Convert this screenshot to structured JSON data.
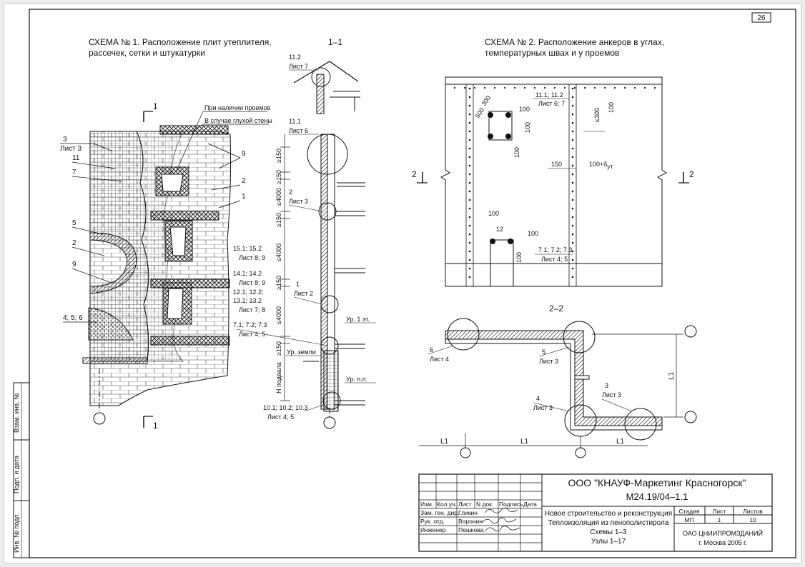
{
  "sheet_number": "26",
  "scheme1": {
    "title_line1": "СХЕМА № 1. Расположение плит утеплителя,",
    "title_line2": "рассечек, сетки и штукатурки",
    "cut_mark": "1",
    "callouts": {
      "when_openings": "При наличии проемов",
      "blank_wall": "В случае глухой стены",
      "c9": "9",
      "c2": "2",
      "c1": "1",
      "c3": "3",
      "c3_sheet": "Лист 3",
      "c11": "11",
      "c7": "7",
      "c5": "5",
      "c2b": "2",
      "c9b": "9",
      "c456": "4; 5; 6"
    }
  },
  "section11": {
    "title": "1–1",
    "n112": "11.2",
    "n112_sheet": "Лист 7",
    "n111": "11.1",
    "n111_sheet": "Лист 6",
    "n2": "2",
    "n2_sheet": "Лист 3",
    "n151": "15.1; 15.2",
    "n151_sheet": "Лист 8; 9",
    "n141": "14.1; 14.2",
    "n141_sheet": "Лист 8; 9",
    "n121": "12.1; 12.2;",
    "n131": "13.1; 13.2",
    "n121_sheet": "Лист 7; 8",
    "n71": "7.1; 7.2; 7.3",
    "n71_sheet": "Лист 4; 5",
    "n1": "1",
    "n1_sheet": "Лист 2",
    "n101": "10.1; 10.2; 10.3",
    "n101_sheet": "Лист 4; 5",
    "lvl_floor1": "Ур. 1 эт.",
    "lvl_ground": "Ур. земли",
    "lvl_pp": "Ур. п.п.",
    "dims": [
      "≥150",
      "≥150",
      "≤4000",
      "≥150",
      "≤4000",
      "≥150",
      "≤4000",
      "≥150",
      "H подвала"
    ]
  },
  "scheme2": {
    "title_line1": "СХЕМА № 2. Расположение анкеров в углах,",
    "title_line2": "температурных швах и у проемов",
    "cut_mark": "2",
    "n111": "11.1; 11.2",
    "n111_sheet": "Лист 6; 7",
    "n71": "7.1; 7.2; 7.3",
    "n71_sheet": "Лист 4; 5",
    "n12": "12",
    "d100": "100",
    "d300": "300",
    "d500": "500",
    "d150": "150",
    "dle300": "≤300",
    "d100plus": "100+δ",
    "d100plus_sub": "ут"
  },
  "section22": {
    "title": "2–2",
    "n6": "6",
    "n6_sheet": "Лист 4",
    "n5": "5",
    "n5_sheet": "Лист 3",
    "n4": "4",
    "n4_sheet": "Лист 3",
    "n3": "3",
    "n3_sheet": "Лист 3",
    "L1": "L1"
  },
  "side_stamps": [
    "Взам. инв. №",
    "Подп. и дата",
    "Инв. № подл."
  ],
  "title_block": {
    "company": "ООО \"КНАУФ-Маркетинг Красногорск\"",
    "code": "М24.19/04–1.1",
    "headers": [
      "Изм.",
      "Кол.уч.",
      "Лист",
      "N док.",
      "Подпись",
      "Дата"
    ],
    "people": [
      {
        "role": "Зам. ген. дир.",
        "name": "Гликин"
      },
      {
        "role": "Рук. отд.",
        "name": "Воронин"
      },
      {
        "role": "Инженер",
        "name": "Пешкова"
      }
    ],
    "description": [
      "Новое строительство и реконструкция",
      "Теплоизоляция из пенополистирола",
      "Схемы 1–3",
      "Узлы 1–17"
    ],
    "stage_label": "Стадия",
    "stage": "МП",
    "sheet_label": "Лист",
    "sheet": "1",
    "sheets_label": "Листов",
    "sheets": "10",
    "org": "ОАО ЦНИИПРОМЗДАНИЙ",
    "city": "г. Москва 2005 г."
  }
}
